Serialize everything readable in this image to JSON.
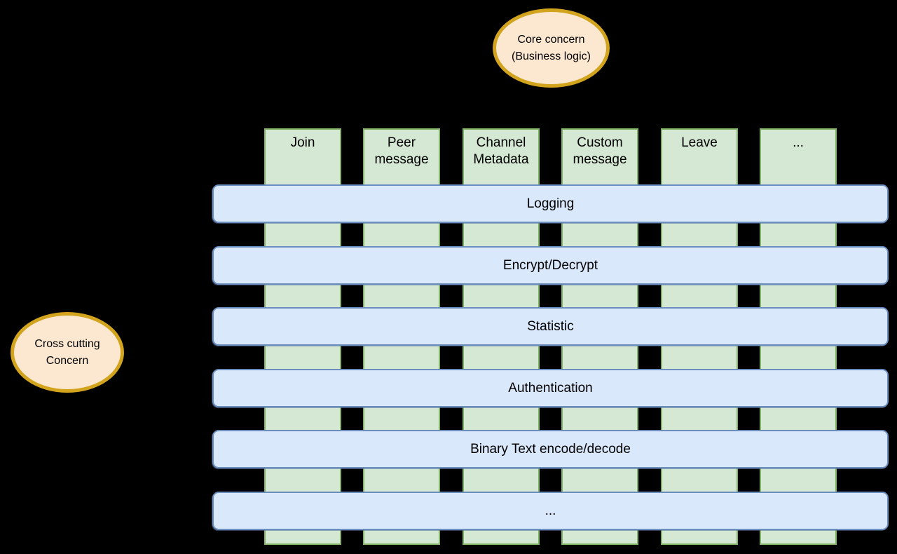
{
  "canvas": {
    "background": "#000000"
  },
  "ellipses": {
    "core": {
      "line1": "Core concern",
      "line2": "(Business logic)"
    },
    "cross": {
      "line1": "Cross cutting",
      "line2": "Concern"
    }
  },
  "columns": [
    {
      "label": "Join"
    },
    {
      "label": "Peer message"
    },
    {
      "label": "Channel Metadata"
    },
    {
      "label": "Custom message"
    },
    {
      "label": "Leave"
    },
    {
      "label": "..."
    }
  ],
  "bars": [
    {
      "label": "Logging"
    },
    {
      "label": "Encrypt/Decrypt"
    },
    {
      "label": "Statistic"
    },
    {
      "label": "Authentication"
    },
    {
      "label": "Binary Text encode/decode"
    },
    {
      "label": "..."
    }
  ],
  "colors": {
    "column_fill": "#D5E8D4",
    "column_border": "#82B366",
    "bar_fill": "#DAE8FC",
    "bar_border": "#6C8EBF",
    "ellipse_fill": "#FCE8D1",
    "ellipse_border": "#D2A31D",
    "text": "#000000"
  }
}
